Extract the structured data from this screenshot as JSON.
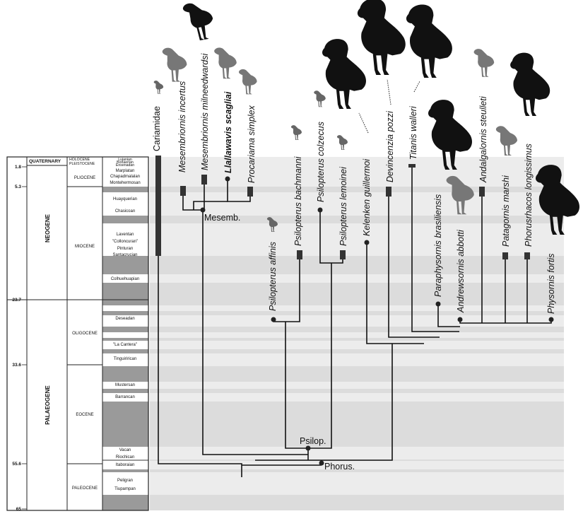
{
  "timescale": {
    "header_quaternary": "QUATERNARY",
    "header_holocene": "HOLOCENE",
    "header_pleistocene": "PLEISTOCENE",
    "periods": [
      "NEOGENE",
      "PALAEOGENE"
    ],
    "epochs": [
      "PLIOCENE",
      "MIOCENE",
      "OLIGOCENE",
      "EOCENE",
      "PALEOCENE"
    ],
    "stages": [
      "Lujanian",
      "Bonaerian",
      "Ensenadan",
      "Marplatan",
      "Chapadmalalan",
      "Montehermosan",
      "Huayquerian",
      "Chasicoan",
      "Laventan",
      "\"Colloncuran\"",
      "Pinturan",
      "Santacrucian",
      "Colhuehuapian",
      "Deseadan",
      "\"La Cantera\"",
      "Tinguirirican",
      "Mustersan",
      "Barrancan",
      "Vacan",
      "Riochican",
      "Itaboraian",
      "Peligran",
      "Tiupampan"
    ],
    "ticks": [
      {
        "label": "1.8",
        "ma": 1.8
      },
      {
        "label": "5.3",
        "ma": 5.3
      },
      {
        "label": "23.7",
        "ma": 23.7
      },
      {
        "label": "33.6",
        "ma": 33.6
      },
      {
        "label": "55.6",
        "ma": 55.6
      },
      {
        "label": "65",
        "ma": 65
      }
    ]
  },
  "taxa": [
    {
      "name": "Cariamidae",
      "style": "plain"
    },
    {
      "name": "Mesembriornis incertus",
      "style": "italic"
    },
    {
      "name": "Mesembriornis milneedwardsi",
      "style": "italic"
    },
    {
      "name": "Llallawavis scagliai",
      "style": "bold-italic"
    },
    {
      "name": "Procariama simplex",
      "style": "italic"
    },
    {
      "name": "Psilopterus affinis",
      "style": "italic"
    },
    {
      "name": "Psilopterus bachmanni",
      "style": "italic"
    },
    {
      "name": "Psilopterus colzecus",
      "style": "italic"
    },
    {
      "name": "Psilopterus lemoinei",
      "style": "italic"
    },
    {
      "name": "Kelenken guillermoi",
      "style": "italic"
    },
    {
      "name": "Devincenzia pozzi",
      "style": "italic"
    },
    {
      "name": "Titanis walleri",
      "style": "italic"
    },
    {
      "name": "Paraphysornis brasiliensis",
      "style": "italic"
    },
    {
      "name": "Andrewsornis abbotti",
      "style": "italic"
    },
    {
      "name": "Andalgalornis steulleti",
      "style": "italic"
    },
    {
      "name": "Patagornis marshi",
      "style": "italic"
    },
    {
      "name": "Phorusrhacos longissimus",
      "style": "italic"
    },
    {
      "name": "Physornis fortis",
      "style": "italic"
    }
  ],
  "nodes": {
    "mesemb": "Mesemb.",
    "psilop": "Psilop.",
    "phorus": "Phorus."
  },
  "colors": {
    "band_dark": "#b0b0b0",
    "band_light": "#d8d8d8",
    "background": "#ececec",
    "line": "#111111"
  }
}
